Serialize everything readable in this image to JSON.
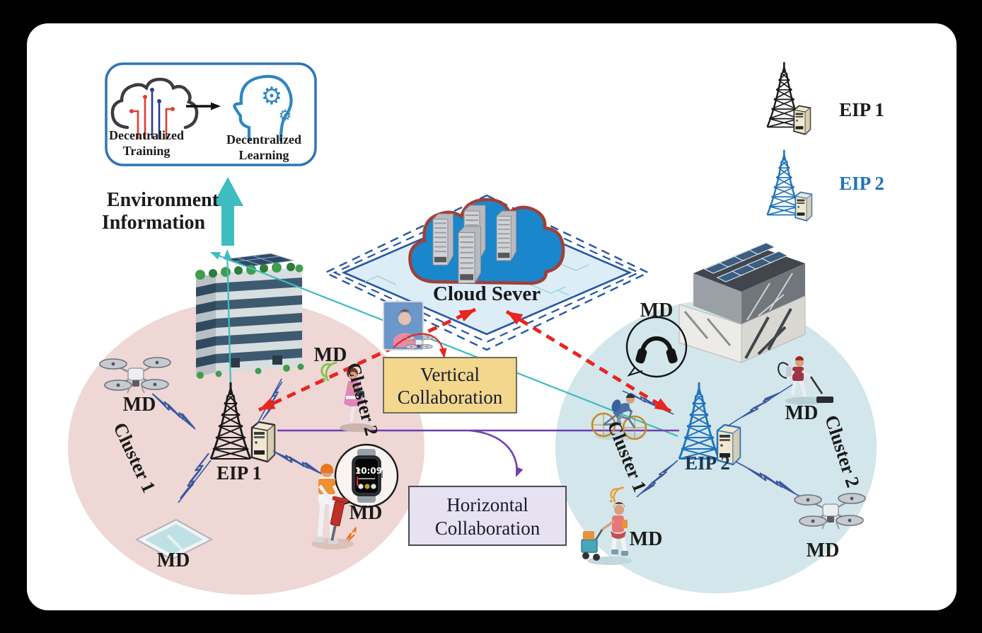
{
  "pipeline_box": {
    "training_top": "Decentralized",
    "training_bottom": "Training",
    "learning_top": "Decentralized",
    "learning_bottom": "Learning"
  },
  "environment": {
    "top": "Environment",
    "bottom": "Information"
  },
  "legend": {
    "eip1": "EIP 1",
    "eip2": "EIP 2"
  },
  "cloud": {
    "label": "Cloud Sever"
  },
  "collab": {
    "vertical_top": "Vertical",
    "vertical_bottom": "Collaboration",
    "horizontal_top": "Horizontal",
    "horizontal_bottom": "Collaboration"
  },
  "left": {
    "eip": "EIP 1",
    "cluster1": "Cluster 1",
    "cluster2": "Cluster 2",
    "md_drone": "MD",
    "md_phone_woman": "MD",
    "md_tablet": "MD",
    "md_watch": "MD"
  },
  "right": {
    "eip": "EIP 2",
    "cluster1": "Cluster 1",
    "cluster2": "Cluster 2",
    "md_headphones": "MD",
    "md_cleaner": "MD",
    "md_traveler": "MD",
    "md_drone": "MD"
  },
  "smartwatch": {
    "time": "10:09"
  },
  "colors": {
    "teal": "#3dbdc0",
    "red": "#e8251f",
    "purple": "#6f3fb0",
    "navy_dash": "#2456a4",
    "eip1_black": "#1a1a1a",
    "eip2_blue": "#2173bc",
    "pink_cluster": "#eed7d4",
    "blue_cluster": "#d2e6eb",
    "vertical_box_fill": "#f2d78d",
    "horizontal_box_fill": "#e7e2f2",
    "bolt_yellow": "#f6ef3a",
    "cloud_blue": "#1a86cb",
    "cloud_outline": "#a04038"
  }
}
